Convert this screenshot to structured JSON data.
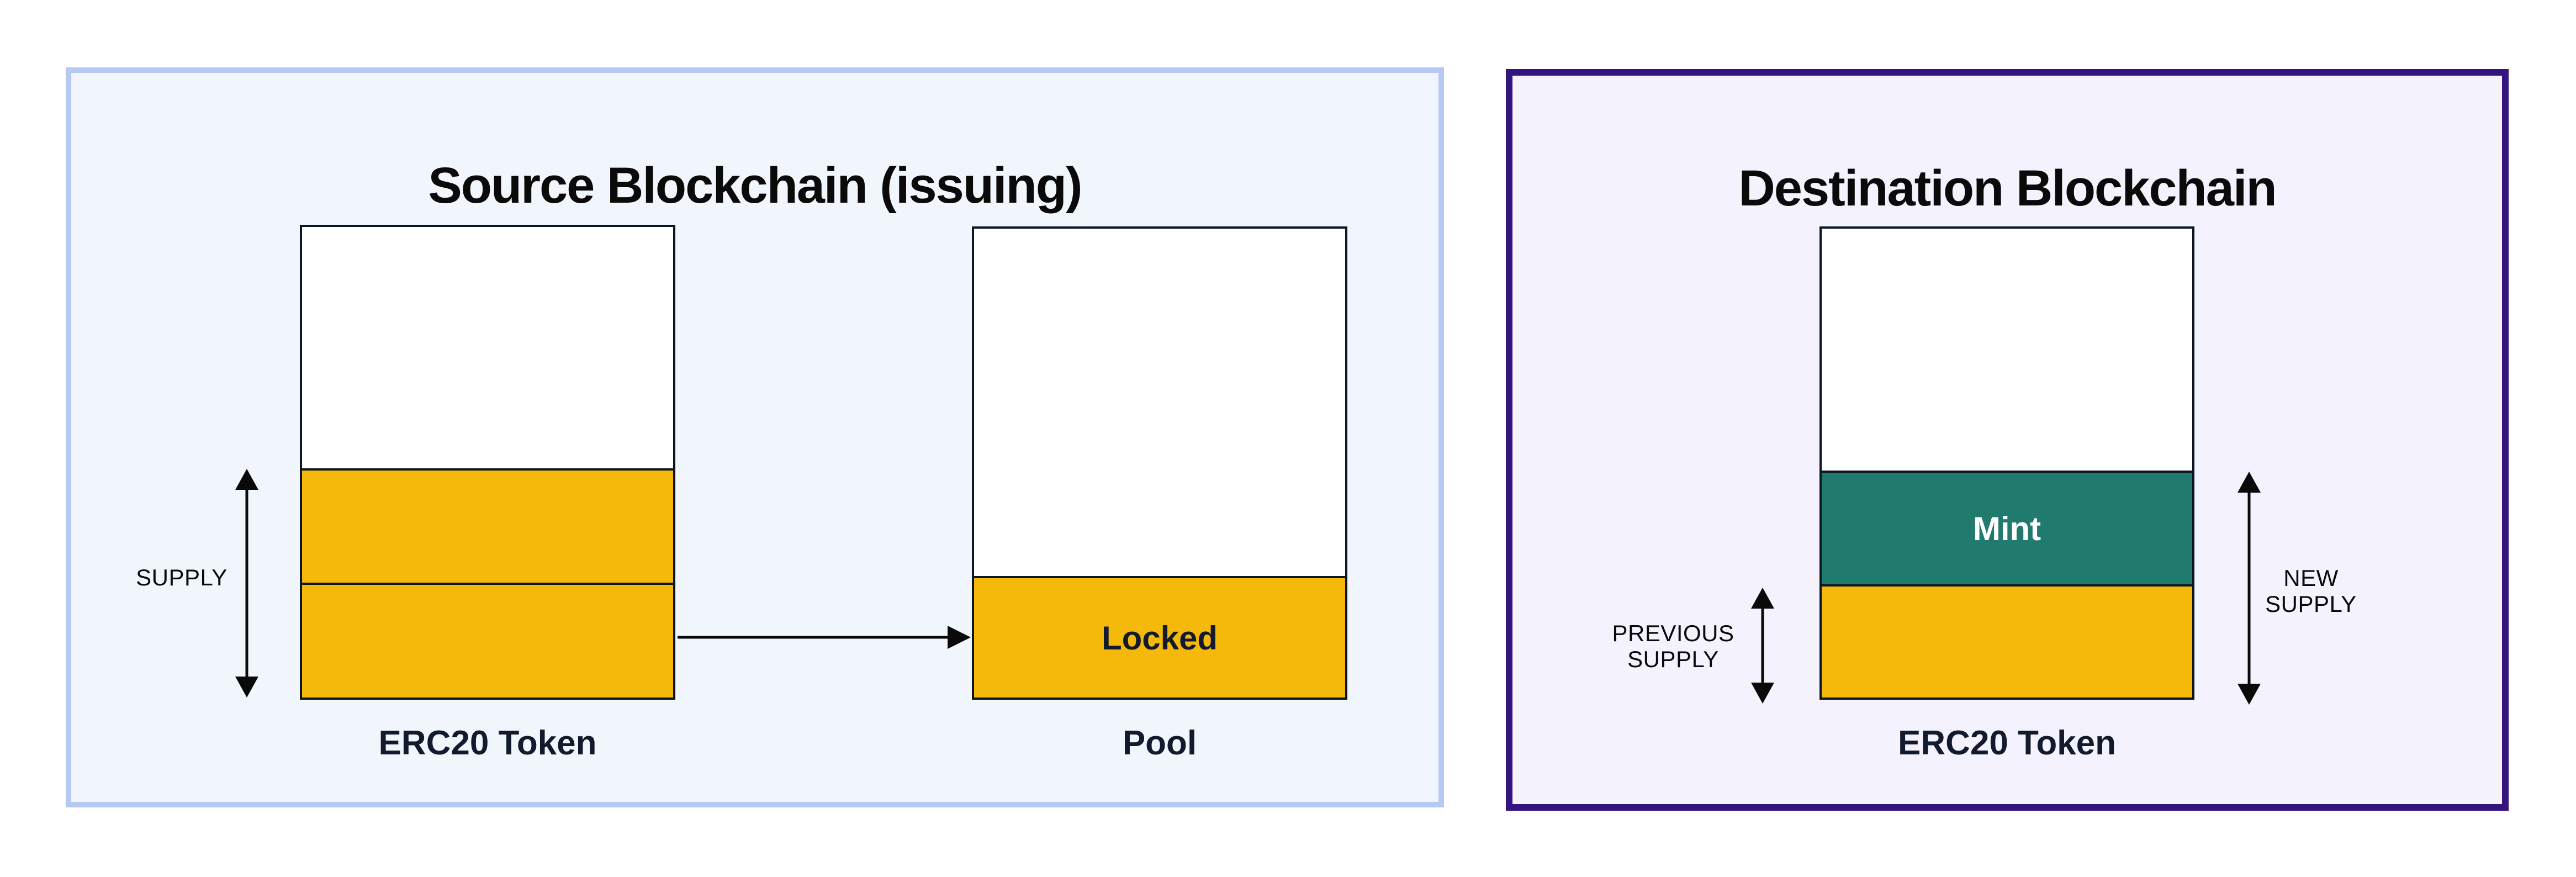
{
  "colors": {
    "page_background": "#FFFFFF",
    "token_yellow": "#F5B90B",
    "mint_teal": "#217A6E",
    "empty_section_white": "#FFFFFF",
    "bar_border_navy": "#0D1423",
    "label_navy": "#121A2E",
    "title_black": "#0A0A0A",
    "arrow_black": "#0A0A0A",
    "mint_text_white": "#FFFFFF",
    "source_panel_border": "#B6C9F5",
    "source_panel_background": "#F1F5FC",
    "destination_panel_border": "#34157F",
    "destination_panel_background": "#F4F2FC"
  },
  "source_panel": {
    "title": "Source Blockchain (issuing)",
    "supply_label": "SUPPLY",
    "erc20_bar": {
      "label": "ERC20 Token"
    },
    "pool_bar": {
      "label": "Pool",
      "locked_label": "Locked"
    }
  },
  "destination_panel": {
    "title": "Destination Blockchain",
    "previous_supply_label": {
      "line1": "PREVIOUS",
      "line2": "SUPPLY"
    },
    "new_supply_label": {
      "line1": "NEW",
      "line2": "SUPPLY"
    },
    "erc20_bar": {
      "label": "ERC20 Token",
      "mint_label": "Mint"
    }
  }
}
